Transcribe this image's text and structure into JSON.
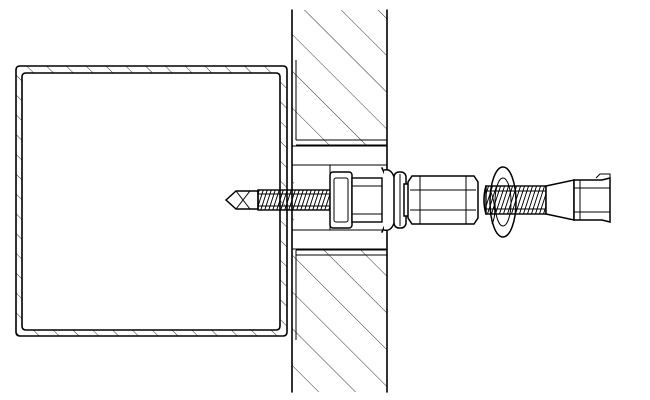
{
  "figure": {
    "kind": "technical-section-drawing",
    "labels": [],
    "components": [
      "steel-profile",
      "wall-panel",
      "self-drilling-screw",
      "sealing-washer",
      "hex-socket-adapter",
      "spring-washer",
      "threaded-bit-holder"
    ],
    "line_color": "#000000",
    "background": "#ffffff"
  }
}
